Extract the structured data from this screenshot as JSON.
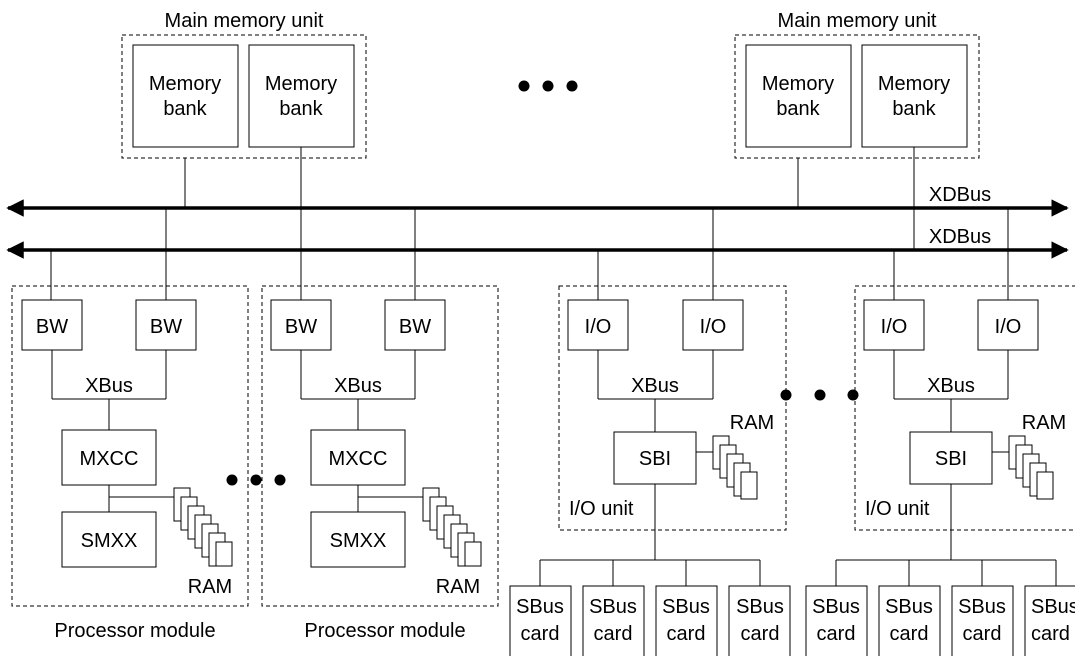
{
  "memory": {
    "unit_label": "Main memory unit",
    "bank_line1": "Memory",
    "bank_line2": "bank"
  },
  "buses": {
    "top_label": "XDBus",
    "bottom_label": "XDBus"
  },
  "processor": {
    "bw_label": "BW",
    "xbus_label": "XBus",
    "mxcc_label": "MXCC",
    "smxx_label": "SMXX",
    "ram_label": "RAM",
    "module_label": "Processor module"
  },
  "io": {
    "io_label": "I/O",
    "xbus_label": "XBus",
    "sbi_label": "SBI",
    "ram_label": "RAM",
    "unit_label": "I/O unit"
  },
  "sbus": {
    "line1": "SBus",
    "line2": "card",
    "partial_line1": "SBus",
    "partial_line2": "card"
  },
  "colors": {
    "line": "#000000",
    "background": "#ffffff"
  }
}
